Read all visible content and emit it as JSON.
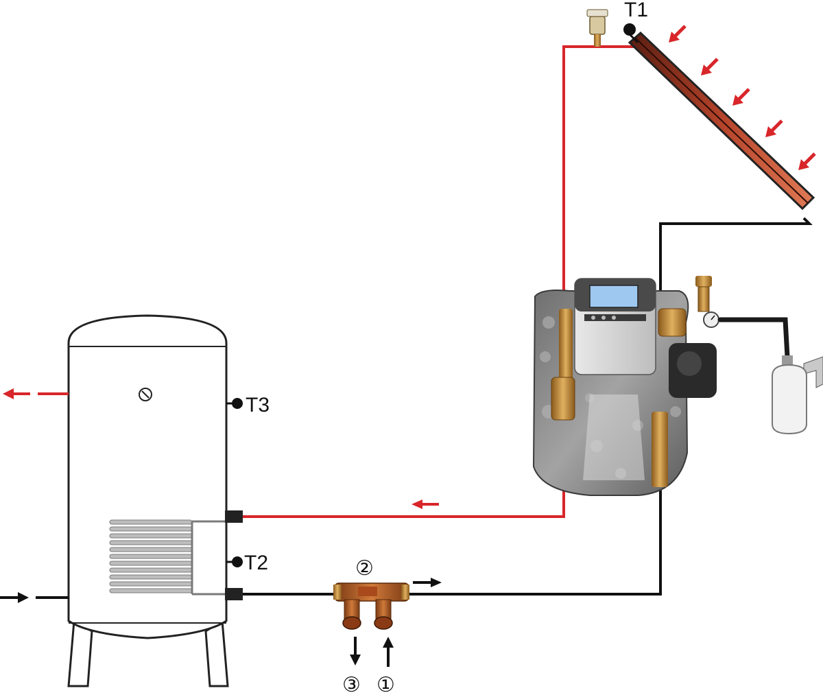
{
  "sensors": {
    "t1": "T1",
    "t2": "T2",
    "t3": "T3"
  },
  "ports": {
    "p1": "①",
    "p2": "②",
    "p3": "③"
  },
  "colors": {
    "hot_pipe": "#d8262a",
    "cold_pipe": "#111111",
    "tank_outline": "#222222",
    "panel": "#b5432a",
    "insulation": "#8a8a8a",
    "brass": "#c08a3a"
  }
}
